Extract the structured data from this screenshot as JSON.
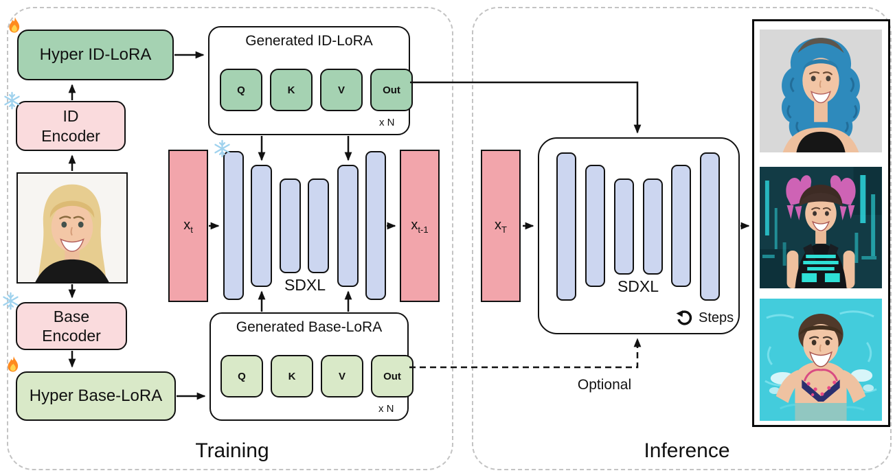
{
  "training": {
    "section_label": "Training",
    "hyper_id_lora_label": "Hyper ID-LoRA",
    "id_encoder": {
      "line1": "ID",
      "line2": "Encoder"
    },
    "base_encoder": {
      "line1": "Base",
      "line2": "Encoder"
    },
    "hyper_base_lora_label": "Hyper Base-LoRA",
    "generated_id_lora": {
      "title": "Generated ID-LoRA",
      "modules": [
        "Q",
        "K",
        "V",
        "Out"
      ],
      "repeat_label": "x N"
    },
    "generated_base_lora": {
      "title": "Generated Base-LoRA",
      "modules": [
        "Q",
        "K",
        "V",
        "Out"
      ],
      "repeat_label": "x N"
    },
    "sdxl_label": "SDXL",
    "latent_in": {
      "base": "x",
      "sub": "t"
    },
    "latent_out": {
      "base": "x",
      "sub": "t-1"
    }
  },
  "inference": {
    "section_label": "Inference",
    "sdxl_label": "SDXL",
    "latent_in": {
      "base": "x",
      "sub": "T"
    },
    "steps_label": "Steps",
    "optional_label": "Optional"
  },
  "images": {
    "reference_photo": "blonde woman reference portrait",
    "output_1": "woman with blue curly hair",
    "output_2": "woman with pink pigtails, cyberpunk background",
    "output_3": "woman swimming in a pool"
  },
  "icons": {
    "trainable": "fire-icon",
    "frozen": "snowflake-icon",
    "loop": "steps-loop-icon"
  },
  "colors": {
    "id_lora_green": "#a5d2b2",
    "base_lora_green": "#d9e9c8",
    "encoder_pink": "#fadbdd",
    "latent_salmon": "#f2a5ab",
    "unet_blue": "#ccd6f0",
    "section_dash": "#c3c3c3"
  }
}
